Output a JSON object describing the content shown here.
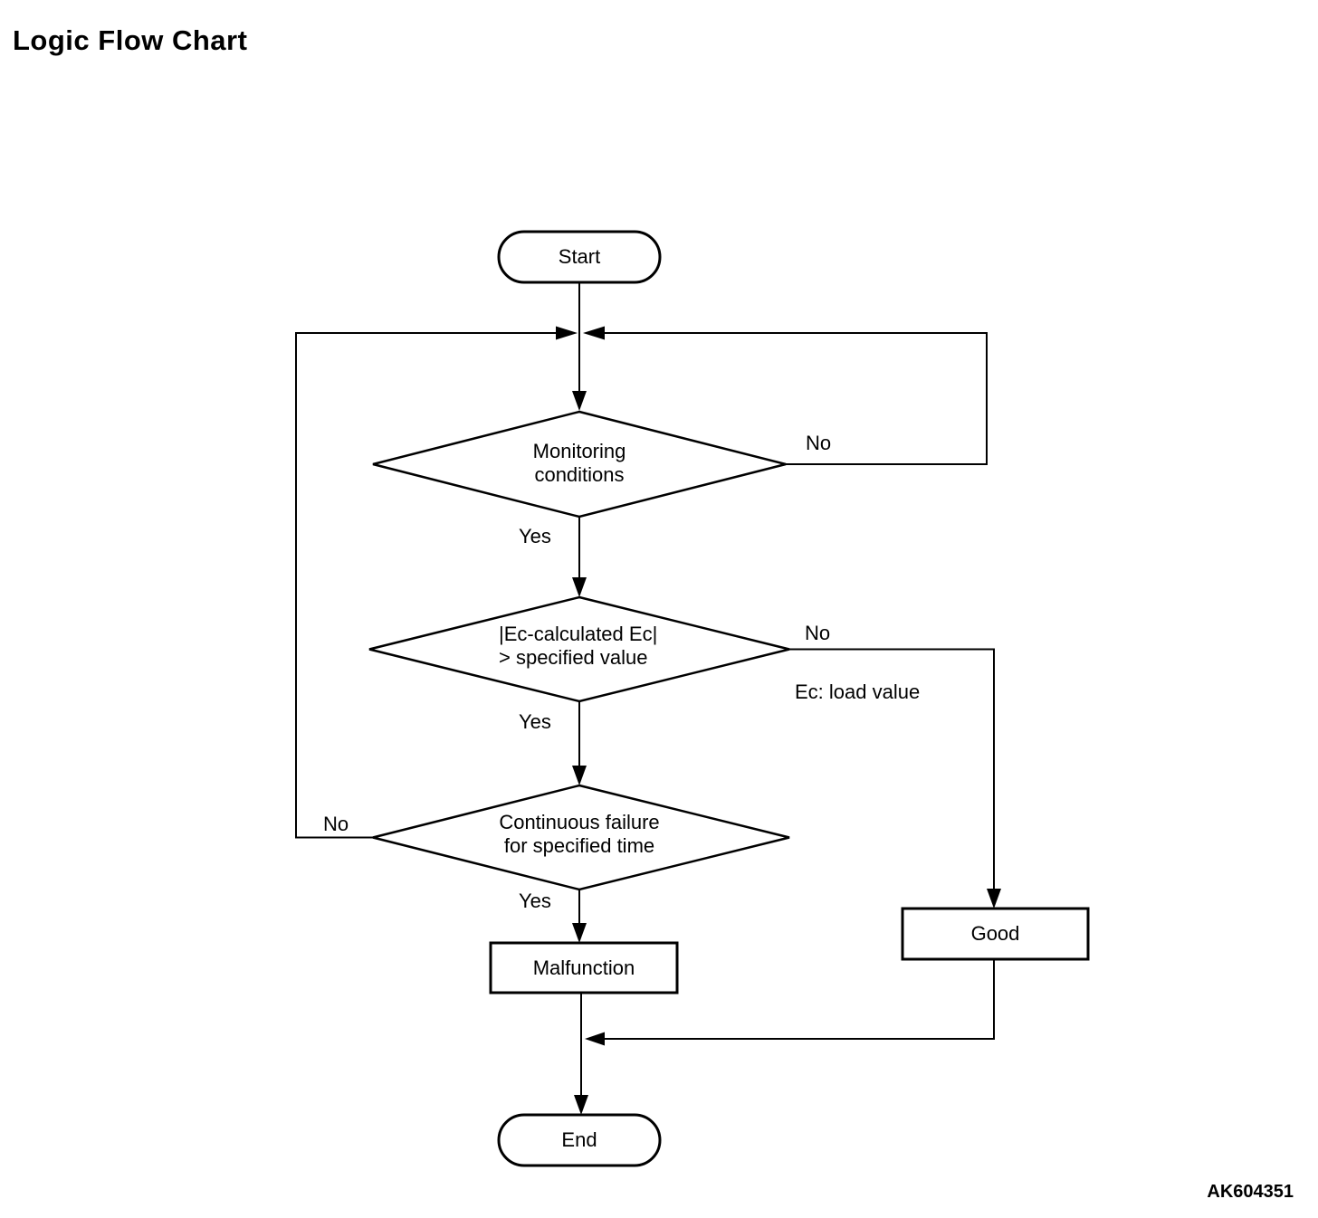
{
  "title": "Logic Flow Chart",
  "figure_code": "AK604351",
  "colors": {
    "ink": "#000000",
    "background": "#ffffff"
  },
  "flowchart": {
    "start": {
      "label": "Start"
    },
    "end": {
      "label": "End"
    },
    "decisions": [
      {
        "line1": "Monitoring",
        "line2": "conditions",
        "yes": "Yes",
        "no": "No"
      },
      {
        "line1": "|Ec-calculated Ec|",
        "line2": "> specified value",
        "yes": "Yes",
        "no": "No",
        "note": "Ec: load value"
      },
      {
        "line1": "Continuous failure",
        "line2": "for specified time",
        "yes": "Yes",
        "no": "No"
      }
    ],
    "outcomes": {
      "malfunction": "Malfunction",
      "good": "Good"
    }
  }
}
